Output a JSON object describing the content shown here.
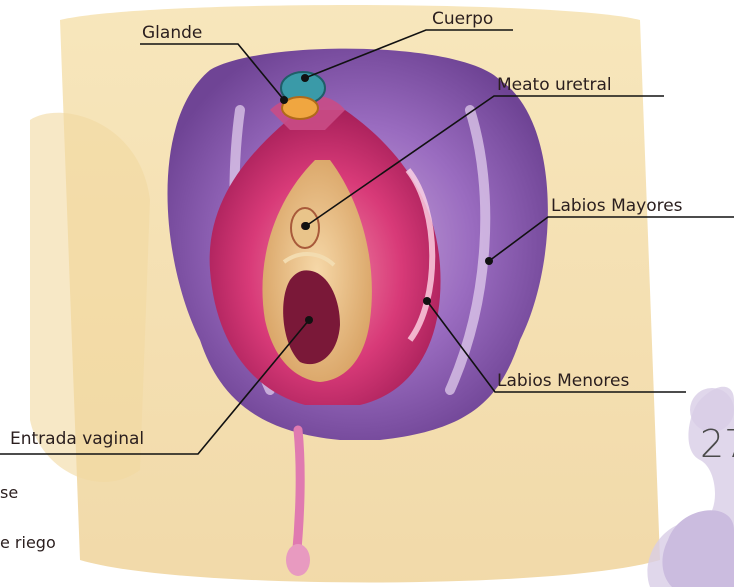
{
  "labels": {
    "glande": "Glande",
    "cuerpo": "Cuerpo",
    "meato": "Meato uretral",
    "labios_mayores": "Labios Mayores",
    "labios_menores": "Labios Menores",
    "entrada_vaginal": "Entrada vaginal"
  },
  "cut_text": {
    "line1": "se",
    "line2": "e  riego"
  },
  "page_number": "27",
  "colors": {
    "background_paper": "#f3d9a2",
    "labia_majora": "#8b5aa8",
    "labia_minora": "#d63c7a",
    "clitoris_glans": "#3a9aa8",
    "vaginal_entrance": "#7a1838",
    "decorative_swirl": "#d8cde6"
  }
}
